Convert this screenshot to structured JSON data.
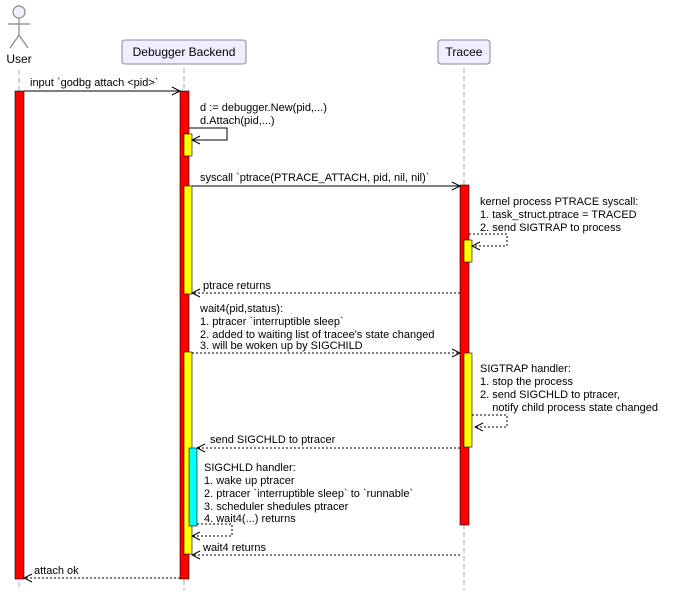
{
  "colors": {
    "red": "#ff0000",
    "yellow": "#ffff00",
    "cyan": "#00ffff",
    "participant_fill": "#eeeeff",
    "participant_stroke": "#888888",
    "lifeline": "#aaaaaa",
    "line": "#000000"
  },
  "participants": [
    {
      "id": "user",
      "label": "User"
    },
    {
      "id": "backend",
      "label": "Debugger Backend"
    },
    {
      "id": "tracee",
      "label": "Tracee"
    }
  ],
  "messages": [
    {
      "id": "m1",
      "lines": [
        "input `godbg attach <pid>`"
      ]
    },
    {
      "id": "m2",
      "lines": [
        "d := debugger.New(pid,...)",
        "d.Attach(pid,...)"
      ]
    },
    {
      "id": "m3",
      "lines": [
        "syscall `ptrace(PTRACE_ATTACH, pid, nil, nil)`"
      ]
    },
    {
      "id": "m4",
      "lines": [
        "kernel process PTRACE syscall:",
        "1. task_struct.ptrace = TRACED",
        "2. send SIGTRAP to process"
      ]
    },
    {
      "id": "m5",
      "lines": [
        "ptrace returns"
      ]
    },
    {
      "id": "m6",
      "lines": [
        "wait4(pid,status):",
        "1. ptracer `interruptible sleep`",
        "2. added to waiting list of tracee's state changed",
        "3. will be woken up by SIGCHILD"
      ]
    },
    {
      "id": "m7",
      "lines": [
        "SIGTRAP handler:",
        "1. stop the process",
        "2. send SIGCHLD to ptracer,",
        "    notify child process state changed"
      ]
    },
    {
      "id": "m8",
      "lines": [
        "send SIGCHLD to ptracer"
      ]
    },
    {
      "id": "m9",
      "lines": [
        "SIGCHLD handler:",
        "1. wake up ptracer",
        "2. ptracer `interruptible sleep` to `runnable`",
        "3. scheduler shedules ptracer",
        "4. wait4(...) returns"
      ]
    },
    {
      "id": "m10",
      "lines": [
        "wait4 returns"
      ]
    },
    {
      "id": "m11",
      "lines": [
        "attach ok"
      ]
    }
  ]
}
